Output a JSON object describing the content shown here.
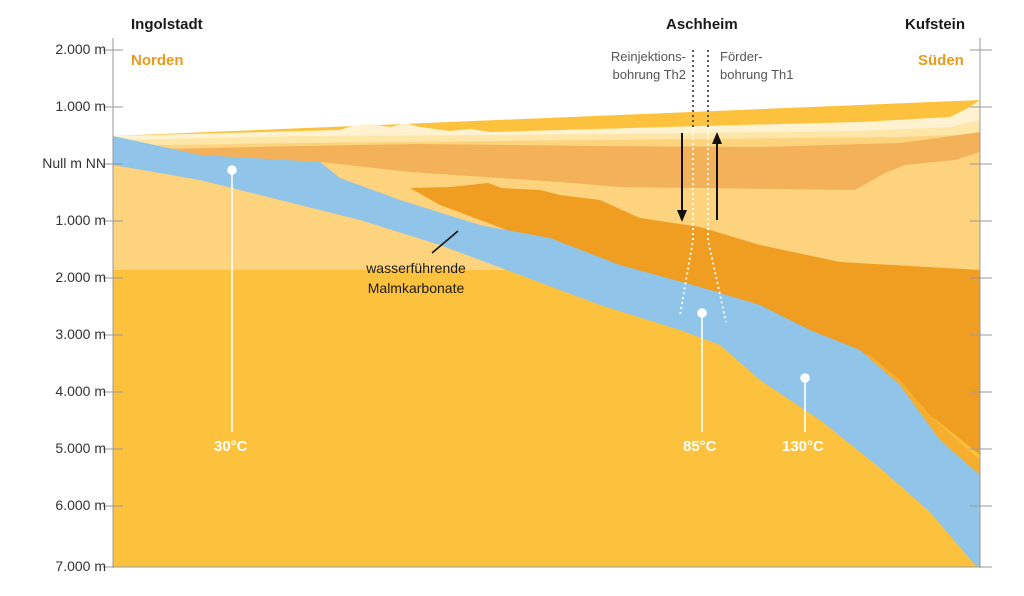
{
  "places": {
    "left": "Ingolstadt",
    "center": "Aschheim",
    "right": "Kufstein"
  },
  "directions": {
    "north": "Norden",
    "south": "Süden"
  },
  "depth_axis": [
    "2.000 m",
    "1.000 m",
    "Null m NN",
    "1.000 m",
    "2.000 m",
    "3.000 m",
    "4.000 m",
    "5.000 m",
    "6.000 m",
    "7.000 m"
  ],
  "boreholes": {
    "reinjection_line1": "Reinjektions-",
    "reinjection_line2": "bohrung Th2",
    "production_line1": "Förder-",
    "production_line2": "bohrung Th1"
  },
  "aquifer": {
    "line1": "wasserführende",
    "line2": "Malmkarbonate"
  },
  "temperatures": {
    "t1": "30°C",
    "t2": "85°C",
    "t3": "130°C"
  },
  "colors": {
    "base_rock": "#fcc23d",
    "aquifer": "#90c4e8",
    "deep_orange": "#ef9e22",
    "mid_orange": "#f3b259",
    "light_band": "#fdd37e",
    "pale_band": "#fde6a8",
    "cream": "#fef2d0",
    "accent_text": "#ea9a1c"
  }
}
